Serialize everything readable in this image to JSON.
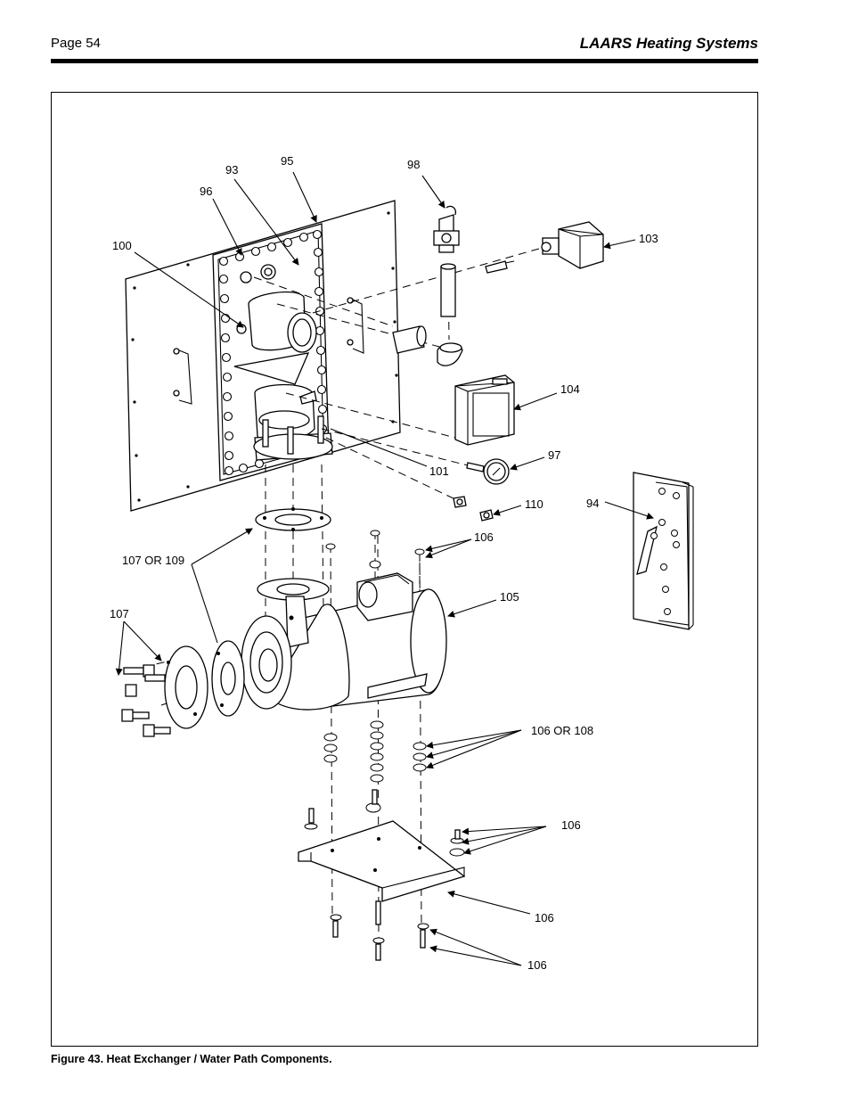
{
  "header": {
    "page_number": "Page 54",
    "brand": "LAARS Heating Systems"
  },
  "figure": {
    "caption": "Figure 43. Heat Exchanger / Water Path Components.",
    "callouts": {
      "c95": "95",
      "c93": "93",
      "c96": "96",
      "c98": "98",
      "c100": "100",
      "c103": "103",
      "c104": "104",
      "c97": "97",
      "c101": "101",
      "c110": "110",
      "c94": "94",
      "c106a": "106",
      "c107or109": "107 OR 109",
      "c105": "105",
      "c107": "107",
      "c106or108": "106 OR 108",
      "c106b": "106",
      "c106c": "106",
      "c106d": "106"
    }
  }
}
